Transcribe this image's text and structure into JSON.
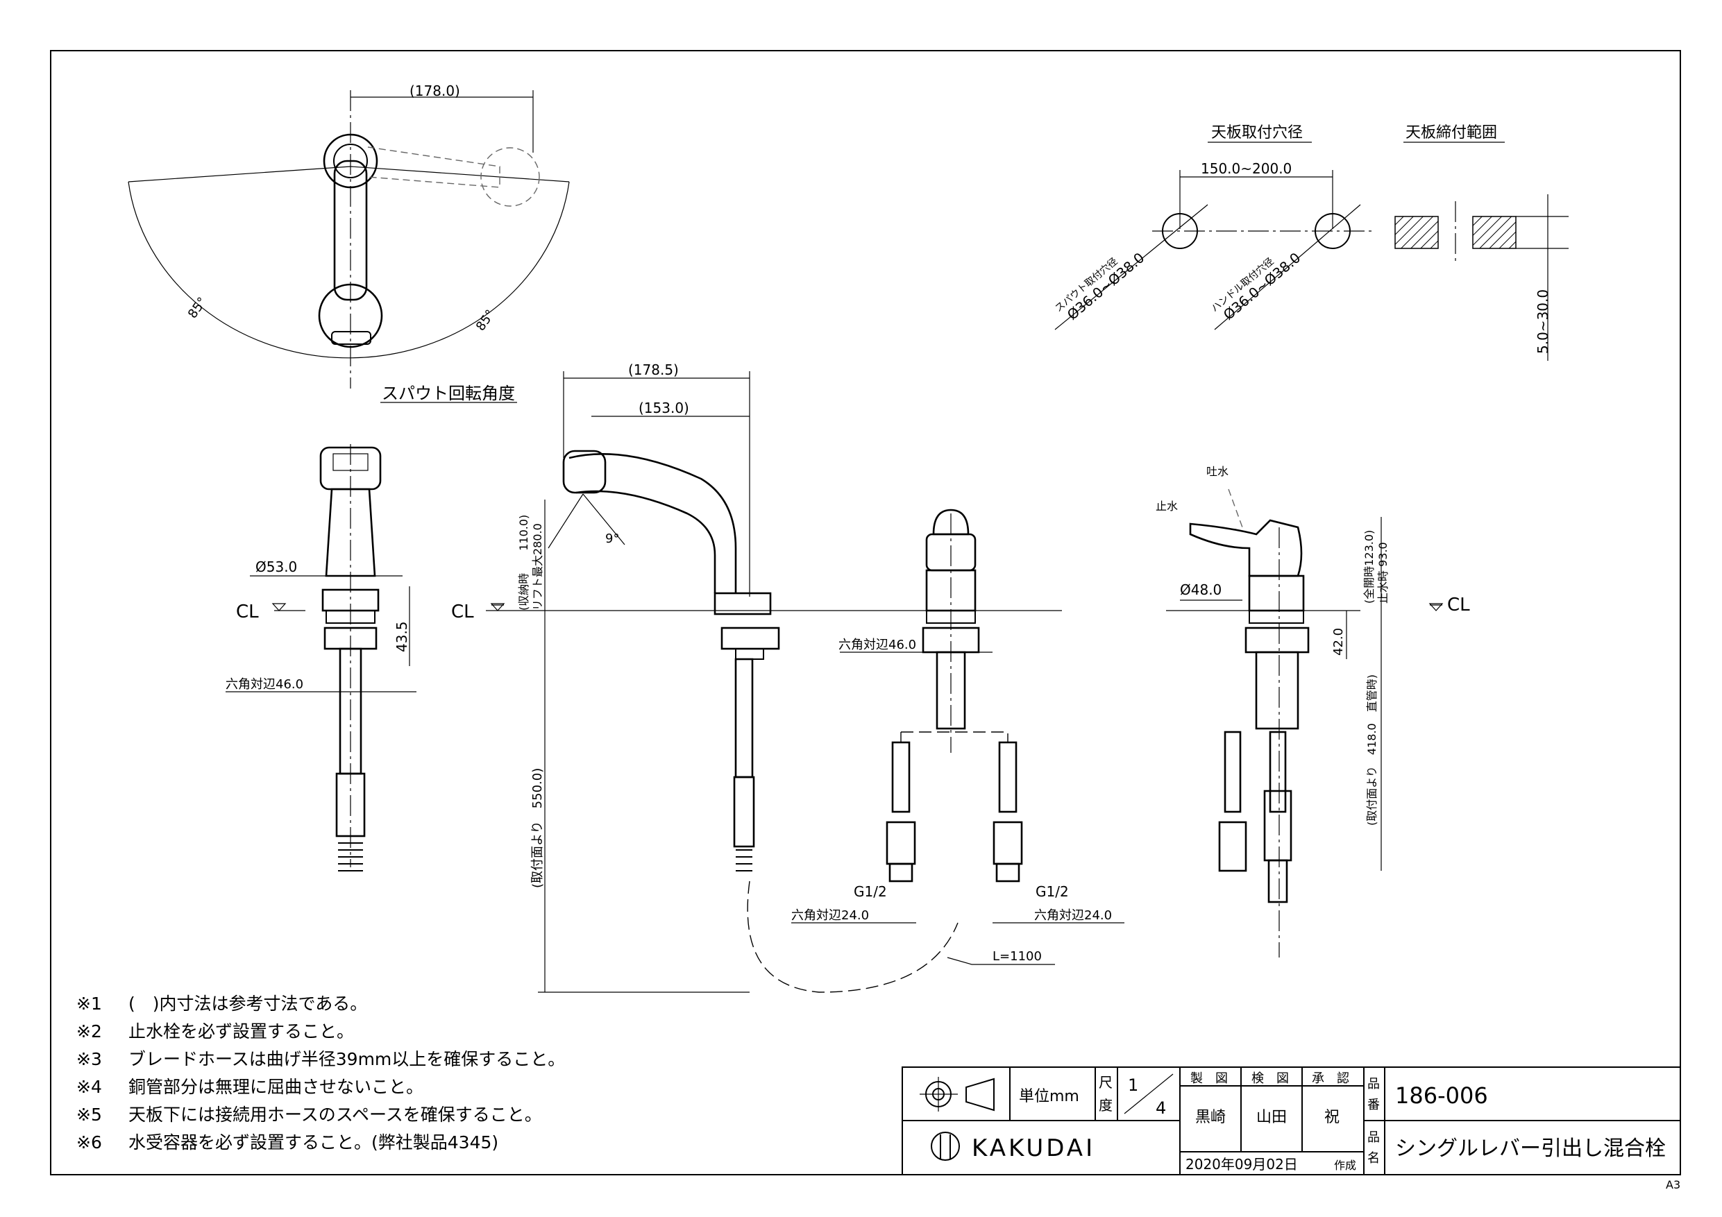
{
  "dimensions": {
    "top_width": "(178.0)",
    "rot_left": "85°",
    "rot_right": "85°",
    "front_dia": "Ø53.0",
    "front_height": "43.5",
    "front_hex": "六角対辺46.0",
    "side_w1": "(178.5)",
    "side_w2": "(153.0)",
    "side_height_line1": "(収納時　　110.0)",
    "side_height_line2": "リフト最大280.0",
    "side_angle": "9°",
    "side_length": "(取付面より　550.0)",
    "mid_hex": "六角対辺46.0",
    "g_left": "G1/2",
    "g_right": "G1/2",
    "hex24_left": "六角対辺24.0",
    "hex24_right": "六角対辺24.0",
    "hose_len": "L=1100",
    "right_dia": "Ø48.0",
    "right_h1": "(全開時123.0)",
    "right_h2": "止水時 93.0",
    "right_42": "42.0",
    "right_418": "(取付面より　418.0　直管時)",
    "spout_label": "吐水",
    "stop_label": "止水",
    "hole_pitch": "150.0~200.0",
    "spout_hole": "スパウト取付穴径",
    "spout_hole_dia": "Ø36.0~Ø38.0",
    "handle_hole": "ハンドル取付穴径",
    "handle_hole_dia": "Ø36.0~Ø38.0",
    "thickness": "5.0~30.0"
  },
  "labels": {
    "cl1": "CL",
    "cl2": "CL",
    "cl3": "CL",
    "rotation_title": "スパウト回転角度",
    "hole_title": "天板取付穴径",
    "clamp_title": "天板締付範囲",
    "sheet_size": "A3"
  },
  "notes": [
    {
      "mark": "※1",
      "text": "(　)内寸法は参考寸法である。"
    },
    {
      "mark": "※2",
      "text": "止水栓を必ず設置すること。"
    },
    {
      "mark": "※3",
      "text": "ブレードホースは曲げ半径39mm以上を確保すること。"
    },
    {
      "mark": "※4",
      "text": "銅管部分は無理に屈曲させないこと。"
    },
    {
      "mark": "※5",
      "text": "天板下には接続用ホースのスペースを確保すること。"
    },
    {
      "mark": "※6",
      "text": "水受容器を必ず設置すること。(弊社製品4345)"
    }
  ],
  "title_block": {
    "unit": "単位mm",
    "scale_label_1": "尺",
    "scale_label_2": "度",
    "scale_num": "1",
    "scale_den": "4",
    "h_made": "製　図",
    "h_checked": "検　図",
    "h_approved": "承　認",
    "made_by": "黒崎",
    "checked_by": "山田",
    "approved_by": "祝",
    "number_label_1": "品",
    "number_label_2": "番",
    "product_number": "186-006",
    "name_label_1": "品",
    "name_label_2": "名",
    "product_name": "シングルレバー引出し混合栓",
    "company": "KAKUDAI",
    "date": "2020年09月02日",
    "date_suffix": "作成"
  }
}
